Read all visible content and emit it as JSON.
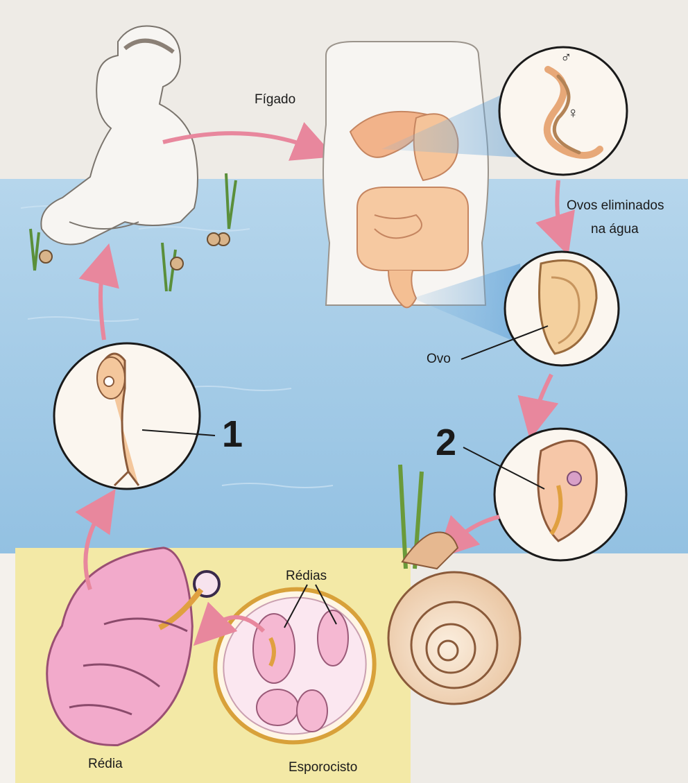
{
  "labels": {
    "figado": "Fígado",
    "ovos_line1": "Ovos eliminados",
    "ovos_line2": "na água",
    "ovo": "Ovo",
    "num1": "1",
    "num2": "2",
    "redias": "Rédias",
    "redia": "Rédia",
    "esporocisto": "Esporocisto",
    "male_symbol": "♂",
    "female_symbol": "♀"
  },
  "colors": {
    "water": "#a9cde6",
    "water_deep": "#8fbddf",
    "sand": "#f3e9a6",
    "paper": "#f4f1ec",
    "arrow": "#e8879d",
    "organ": "#f4b98a",
    "redia_body": "#f0a6c8"
  }
}
